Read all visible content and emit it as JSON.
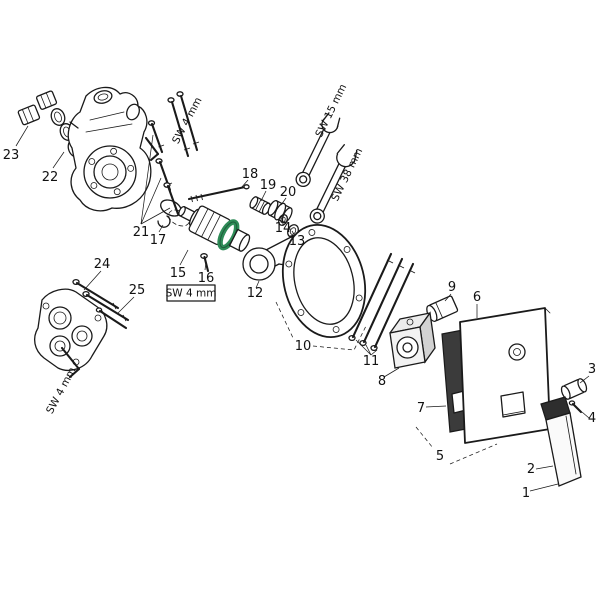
{
  "diagram": {
    "background": "#ffffff",
    "line_color": "#1a1a1a",
    "accent_green": "#2e8b57",
    "part_labels": {
      "p1": "1",
      "p2": "2",
      "p3": "3",
      "p4": "4",
      "p5": "5",
      "p6": "6",
      "p7": "7",
      "p8": "8",
      "p9": "9",
      "p10": "10",
      "p11": "11",
      "p12": "12",
      "p13": "13",
      "p14": "14",
      "p15": "15",
      "p16": "16",
      "p17": "17",
      "p18": "18",
      "p19": "19",
      "p20": "20",
      "p21": "21",
      "p22": "22",
      "p23": "23",
      "p24": "24",
      "p25": "25"
    },
    "tool_labels": {
      "sw4_screws": "SW 4 mm",
      "sw4_key": "SW 4 mm",
      "sw4_bottom": "SW 4 mm",
      "sw15": "SW 15 mm",
      "sw38": "SW 38 mm"
    }
  }
}
